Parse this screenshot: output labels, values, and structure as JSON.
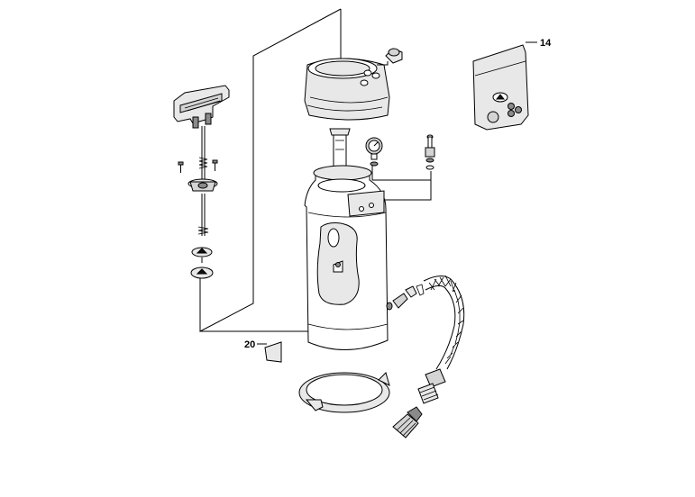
{
  "callouts": [
    {
      "id": "callout-14",
      "number": "14"
    },
    {
      "id": "callout-20",
      "number": "20"
    }
  ],
  "colors": {
    "line": "#000000",
    "fill_light": "#e8e8e8",
    "fill_mid": "#d4d4d4",
    "fill_dark": "#8a8a8a",
    "background": "#ffffff"
  }
}
